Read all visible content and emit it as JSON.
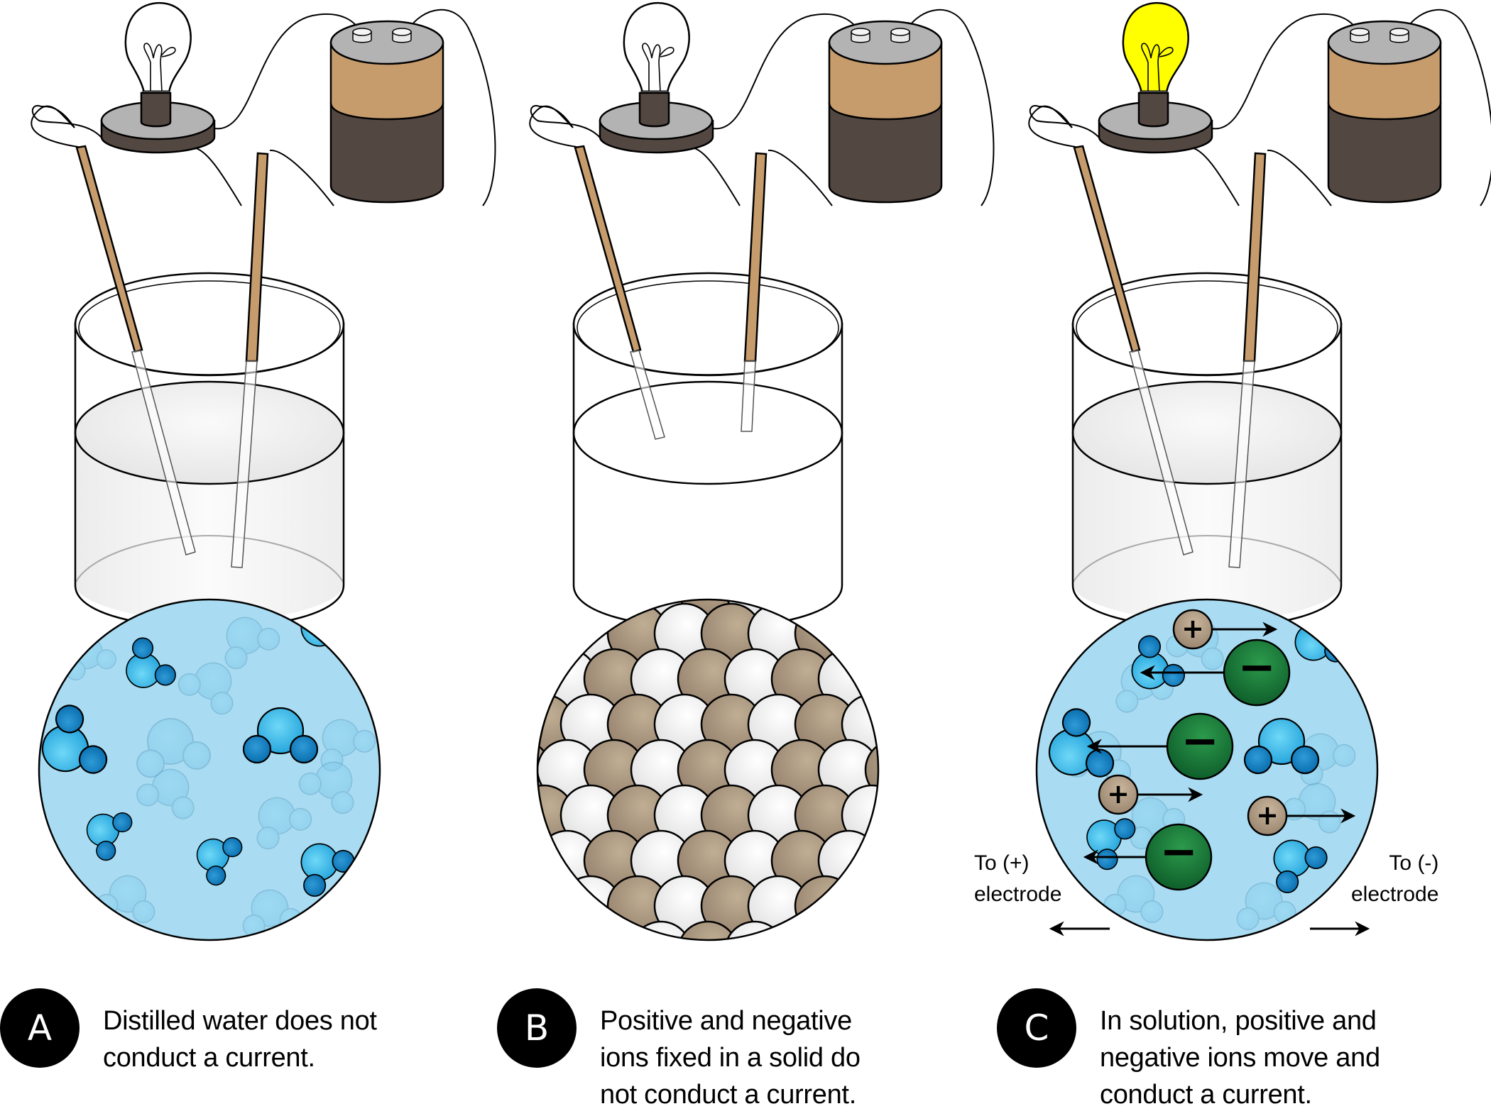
{
  "figure": {
    "subject": "Electrical conductivity of water, ionic solid, and ionic solution",
    "colors": {
      "bulb_off": "#ffffff",
      "bulb_on": "#ffff00",
      "battery_top": "#b3b3b3",
      "battery_band": "#c69c6d",
      "battery_body": "#534741",
      "electrode": "#c69c6d",
      "solution_bg": "#a9dcf2",
      "water_oxygen": "#45c3ee",
      "water_hydrogen": "#0f7fc4",
      "cation": "#a89580",
      "anion": "#1e7a3a",
      "lattice_dark": "#a89580",
      "lattice_light": "#f0f0f0"
    }
  },
  "panels": [
    {
      "id": "A",
      "badge": "A",
      "caption_lines": [
        "Distilled water does not",
        "conduct a current."
      ],
      "bulb_lit": false,
      "contents": "water",
      "electrodes_submerged": true
    },
    {
      "id": "B",
      "badge": "B",
      "caption_lines": [
        "Positive and negative",
        "ions fixed in a solid do",
        "not conduct a current."
      ],
      "bulb_lit": false,
      "contents": "ionic-solid",
      "electrodes_submerged": false
    },
    {
      "id": "C",
      "badge": "C",
      "caption_lines": [
        "In solution, positive and",
        "negative ions move and",
        "conduct a current."
      ],
      "bulb_lit": true,
      "contents": "ionic-solution",
      "electrodes_submerged": true
    }
  ],
  "panel_c_labels": {
    "left_line1": "To (+)",
    "left_line2": "electrode",
    "right_line1": "To (-)",
    "right_line2": "electrode"
  },
  "ion_symbols": {
    "cation": "+",
    "anion": "−"
  }
}
